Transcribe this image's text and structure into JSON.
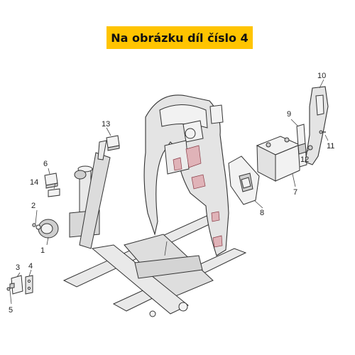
{
  "banner": {
    "text": "Na obrázku díl číslo 4",
    "color": "#ffc400"
  },
  "callouts": [
    {
      "id": "c1",
      "label": "1"
    },
    {
      "id": "c2",
      "label": "2"
    },
    {
      "id": "c3",
      "label": "3"
    },
    {
      "id": "c4",
      "label": "4"
    },
    {
      "id": "c5",
      "label": "5"
    },
    {
      "id": "c6",
      "label": "6"
    },
    {
      "id": "c7",
      "label": "7"
    },
    {
      "id": "c8",
      "label": "8"
    },
    {
      "id": "c9",
      "label": "9"
    },
    {
      "id": "c10",
      "label": "10"
    },
    {
      "id": "c11",
      "label": "11"
    },
    {
      "id": "c12",
      "label": "12"
    },
    {
      "id": "c13",
      "label": "13"
    },
    {
      "id": "c14",
      "label": "14"
    }
  ],
  "accent_color": "#e0b3b8"
}
